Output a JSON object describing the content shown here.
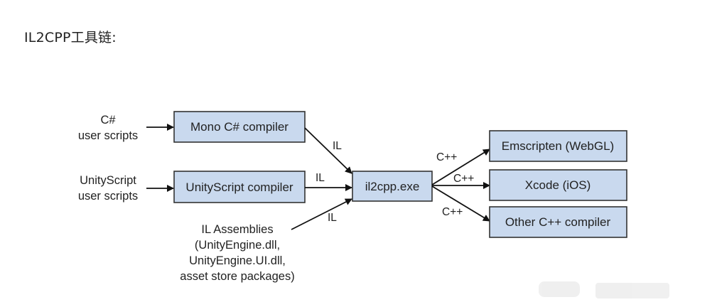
{
  "title": "IL2CPP工具链:",
  "sources": {
    "csharp": [
      "C#",
      "user scripts"
    ],
    "unityscript": [
      "UnityScript",
      "user scripts"
    ],
    "assemblies": [
      "IL Assemblies",
      "(UnityEngine.dll,",
      "UnityEngine.UI.dll,",
      "asset store packages)"
    ]
  },
  "nodes": {
    "mono_compiler": "Mono C# compiler",
    "unityscript_compiler": "UnityScript compiler",
    "il2cpp": "il2cpp.exe",
    "emscripten": "Emscripten (WebGL)",
    "xcode": "Xcode (iOS)",
    "other_cpp": "Other C++ compiler"
  },
  "edge_labels": {
    "il_mono": "IL",
    "il_unityscript": "IL",
    "il_assemblies": "IL",
    "cpp_emscripten": "C++",
    "cpp_xcode": "C++",
    "cpp_other": "C++"
  },
  "colors": {
    "box_fill": "#c9d9ee",
    "box_stroke": "#333333"
  }
}
